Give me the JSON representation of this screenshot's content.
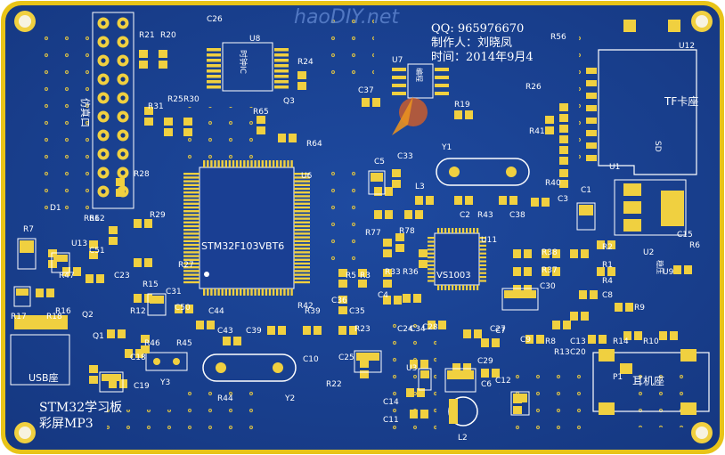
{
  "watermark": "haoDIY.net",
  "info": {
    "qq": "QQ: 965976670",
    "author": "制作人：刘晓凤",
    "date": "时间：2014年9月4"
  },
  "board": {
    "title": "STM32学习板",
    "subtitle": "彩屏MP3",
    "mcu": "STM32F103VBT6",
    "decoder": "VS1003",
    "usb": "USB座",
    "tf": "TF卡座",
    "sd": "SD",
    "earphone": "耳机座",
    "emulator": "仿真口",
    "clock": "时钟IC",
    "chip_u7": "编程",
    "u2_note": "稳压",
    "u9_note": "C"
  },
  "refs": [
    "C26",
    "U8",
    "R21",
    "R20",
    "R24",
    "U7",
    "R56",
    "U12",
    "R22",
    "R23",
    "R25",
    "R30",
    "R31",
    "R33",
    "R36",
    "R37",
    "R38",
    "R39",
    "R40",
    "R41",
    "R42",
    "R43",
    "R44",
    "R45",
    "R46",
    "R47",
    "R5",
    "R2",
    "R1",
    "R4",
    "R3",
    "R6",
    "R7",
    "R8",
    "R9",
    "R10",
    "R12",
    "R13",
    "R14",
    "R15",
    "R16",
    "R17",
    "R18",
    "R19",
    "R26",
    "R27",
    "R28",
    "R29",
    "R61",
    "R62",
    "R64",
    "R65",
    "R77",
    "R78",
    "C1",
    "C2",
    "C3",
    "C4",
    "C5",
    "C6",
    "C7",
    "C8",
    "C9",
    "C10",
    "C11",
    "C12",
    "C13",
    "C14",
    "C15",
    "C18",
    "C19",
    "C20",
    "C23",
    "C24",
    "C25",
    "C27",
    "C28",
    "C29",
    "C30",
    "C31",
    "C33",
    "C34",
    "C35",
    "C36",
    "C37",
    "C38",
    "C39",
    "C43",
    "C44",
    "C50",
    "C51",
    "U1",
    "U2",
    "U3",
    "U6",
    "U9",
    "U11",
    "U13",
    "Y1",
    "Y2",
    "Y3",
    "L2",
    "L3",
    "D1",
    "Q1",
    "Q2",
    "Q3",
    "P1"
  ]
}
